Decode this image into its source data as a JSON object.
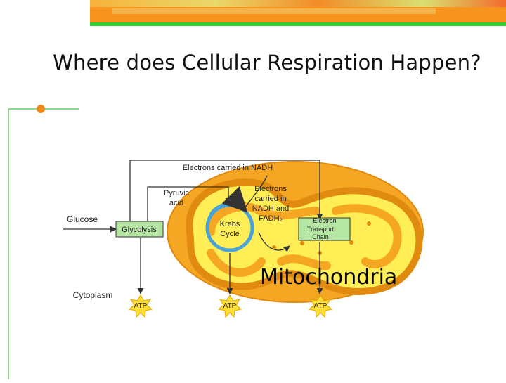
{
  "slide": {
    "title": "Where does Cellular Respiration Happen?",
    "mitochondria_label": "Mitochondria"
  },
  "diagram": {
    "top_arrow_label": "Electrons carried in NADH",
    "glucose": "Glucose",
    "glycolysis": "Glycolysis",
    "pyruvic_line1": "Pyruvic",
    "pyruvic_line2": "acid",
    "krebs_line1": "Krebs",
    "krebs_line2": "Cycle",
    "electrons_line1": "Electrons",
    "electrons_line2": "carried in",
    "electrons_line3": "NADH and",
    "electrons_line4": "FADH₂",
    "etc_line1": "Electron",
    "etc_line2": "Transport",
    "etc_line3": "Chain",
    "cytoplasm": "Cytoplasm",
    "atp_1": "ATP",
    "atp_2": "ATP",
    "atp_3": "ATP"
  },
  "colors": {
    "accent_bar": "#f7941d",
    "green_bar": "#33cc33",
    "mito_outer": "#f5a623",
    "mito_inner": "#ffee55",
    "matrix": "#ffee55",
    "box_green": "#b5e6a3",
    "atp_star": "#ffdd33"
  }
}
